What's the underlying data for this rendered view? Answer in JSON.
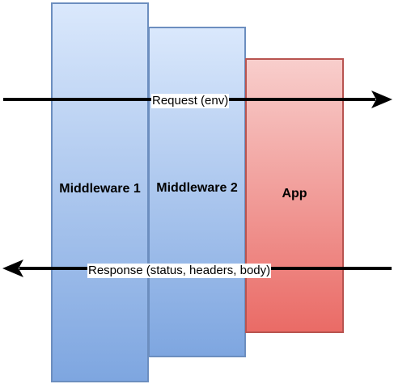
{
  "nodes": {
    "middleware1": "Middleware 1",
    "middleware2": "Middleware 2",
    "app": "App"
  },
  "edges": {
    "request": "Request (env)",
    "response": "Response (status, headers, body)"
  },
  "colors": {
    "middleware_fill_top": "#dae8fc",
    "middleware_fill_bottom": "#7ea6e0",
    "middleware_border": "#6c8ebf",
    "app_fill_top": "#f8cecc",
    "app_fill_bottom": "#ea6b66",
    "app_border": "#b85450",
    "arrow": "#000000"
  }
}
